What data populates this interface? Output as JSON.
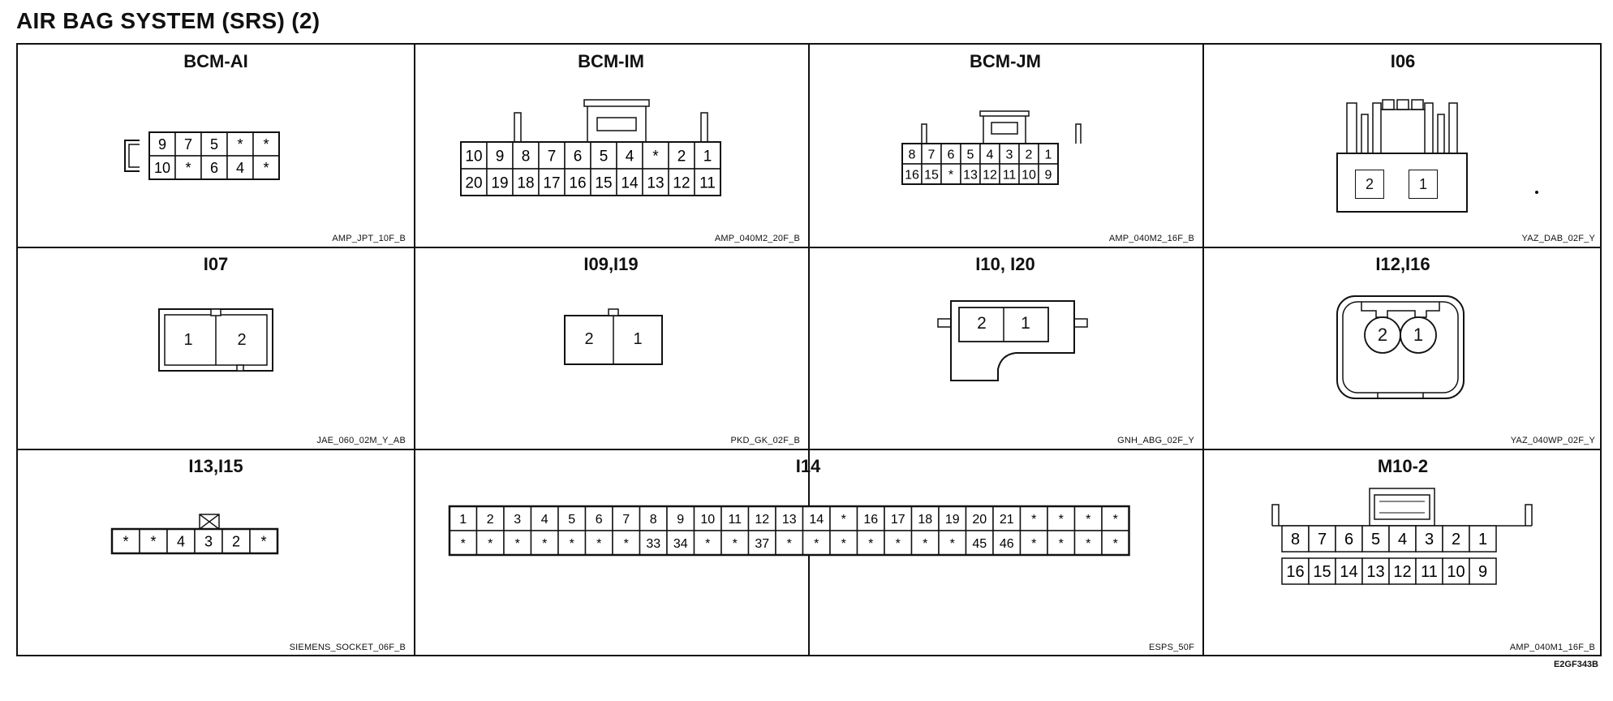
{
  "title": "AIR BAG SYSTEM (SRS) (2)",
  "figure_id": "E2GF343B",
  "connectors": [
    {
      "id": "c0",
      "title": "BCM-AI",
      "code": "AMP_JPT_10F_B",
      "rows": [
        [
          "9",
          "7",
          "5",
          "*",
          "*"
        ],
        [
          "10",
          "*",
          "6",
          "4",
          "*"
        ]
      ]
    },
    {
      "id": "c1",
      "title": "BCM-IM",
      "code": "AMP_040M2_20F_B",
      "rows": [
        [
          "10",
          "9",
          "8",
          "7",
          "6",
          "5",
          "4",
          "*",
          "2",
          "1"
        ],
        [
          "20",
          "19",
          "18",
          "17",
          "16",
          "15",
          "14",
          "13",
          "12",
          "11"
        ]
      ]
    },
    {
      "id": "c2",
      "title": "BCM-JM",
      "code": "AMP_040M2_16F_B",
      "rows": [
        [
          "8",
          "7",
          "6",
          "5",
          "4",
          "3",
          "2",
          "1"
        ],
        [
          "16",
          "15",
          "*",
          "13",
          "12",
          "11",
          "10",
          "9"
        ]
      ]
    },
    {
      "id": "c3",
      "title": "I06",
      "code": "YAZ_DAB_02F_Y",
      "rows": [
        [
          "2",
          "1"
        ]
      ]
    },
    {
      "id": "c4",
      "title": "I07",
      "code": "JAE_060_02M_Y_AB",
      "rows": [
        [
          "1",
          "2"
        ]
      ]
    },
    {
      "id": "c5",
      "title": "I09,I19",
      "code": "PKD_GK_02F_B",
      "rows": [
        [
          "2",
          "1"
        ]
      ]
    },
    {
      "id": "c6",
      "title": "I10, I20",
      "code": "GNH_ABG_02F_Y",
      "rows": [
        [
          "2",
          "1"
        ]
      ]
    },
    {
      "id": "c7",
      "title": "I12,I16",
      "code": "YAZ_040WP_02F_Y",
      "rows": [
        [
          "2",
          "1"
        ]
      ]
    },
    {
      "id": "c8",
      "title": "I13,I15",
      "code": "SIEMENS_SOCKET_06F_B",
      "rows": [
        [
          "*",
          "*",
          "4",
          "3",
          "2",
          "*"
        ]
      ]
    },
    {
      "id": "c9",
      "title": "I14",
      "code": "ESPS_50F",
      "rows": [
        [
          "1",
          "2",
          "3",
          "4",
          "5",
          "6",
          "7",
          "8",
          "9",
          "10",
          "11",
          "12",
          "13",
          "14",
          "*",
          "16",
          "17",
          "18",
          "19",
          "20",
          "21",
          "*",
          "*",
          "*",
          "*"
        ],
        [
          "*",
          "*",
          "*",
          "*",
          "*",
          "*",
          "*",
          "33",
          "34",
          "*",
          "*",
          "37",
          "*",
          "*",
          "*",
          "*",
          "*",
          "*",
          "*",
          "45",
          "46",
          "*",
          "*",
          "*",
          "*"
        ]
      ]
    },
    {
      "id": "c10",
      "title": "M10-2",
      "code": "AMP_040M1_16F_B",
      "rows": [
        [
          "8",
          "7",
          "6",
          "5",
          "4",
          "3",
          "2",
          "1"
        ],
        [
          "16",
          "15",
          "14",
          "13",
          "12",
          "11",
          "10",
          "9"
        ]
      ]
    }
  ]
}
